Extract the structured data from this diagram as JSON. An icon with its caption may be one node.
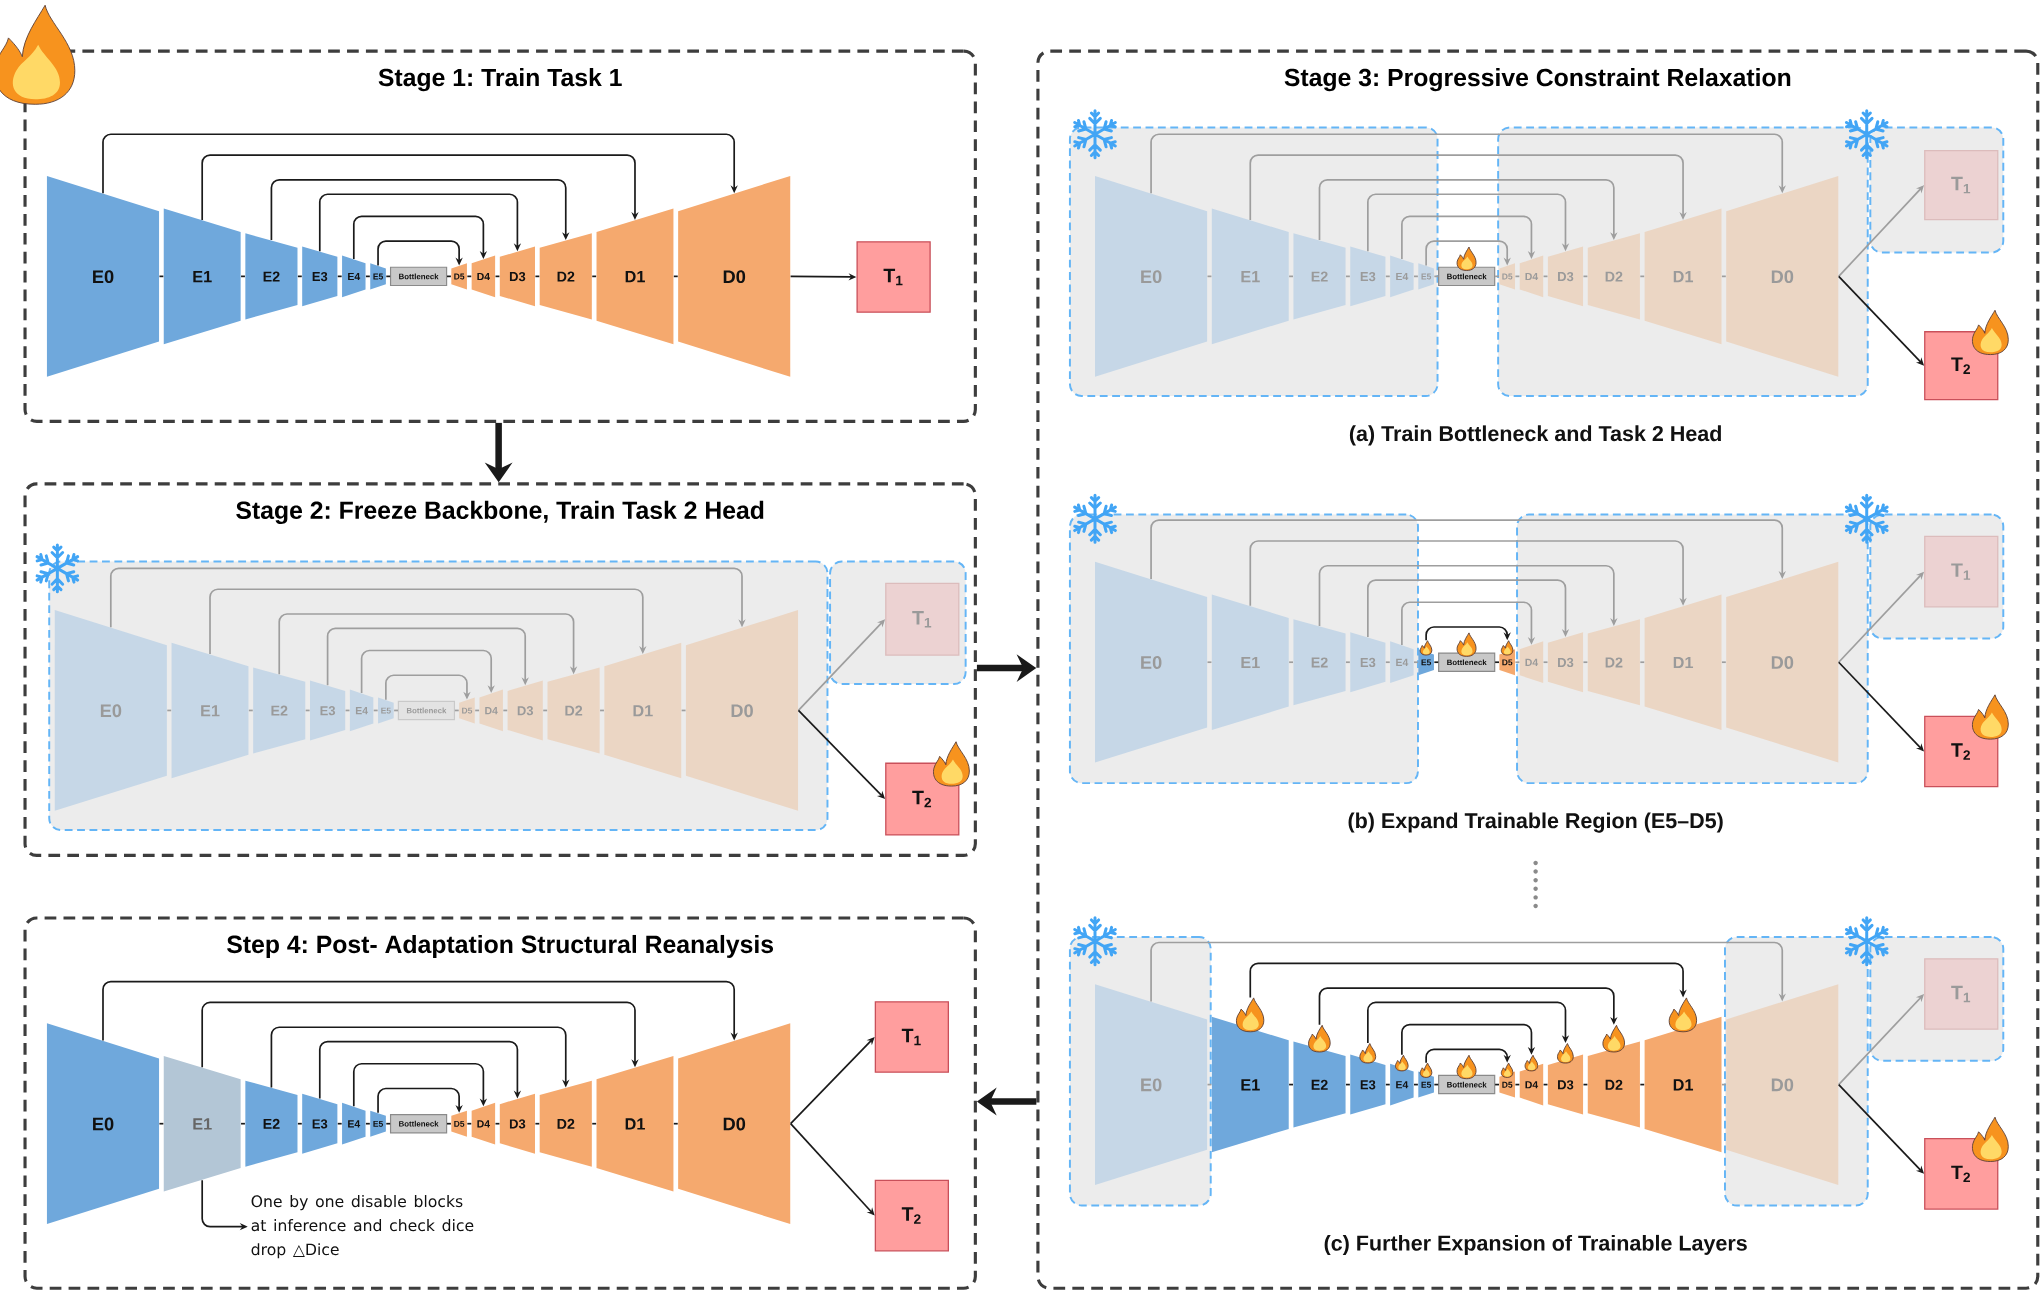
{
  "diagram": {
    "nodes": [
      {
        "text": [
          "Stage 1: Train Task 1"
        ]
      },
      {
        "text": [
          "E0"
        ],
        "in": 0
      },
      {
        "text": [
          "E1"
        ],
        "in": 0
      },
      {
        "text": [
          "E2"
        ],
        "in": 0
      },
      {
        "text": [
          "E3"
        ],
        "in": 0
      },
      {
        "text": [
          "E4"
        ],
        "in": 0
      },
      {
        "text": [
          "E5"
        ],
        "in": 0
      },
      {
        "text": [
          "Bottleneck"
        ],
        "in": 0
      },
      {
        "text": [
          "D5"
        ],
        "in": 0
      },
      {
        "text": [
          "D4"
        ],
        "in": 0
      },
      {
        "text": [
          "D3"
        ],
        "in": 0
      },
      {
        "text": [
          "D2"
        ],
        "in": 0
      },
      {
        "text": [
          "D1"
        ],
        "in": 0
      },
      {
        "text": [
          "D0"
        ],
        "in": 0
      },
      {
        "text": [
          "T$_{1}$"
        ],
        "in": 0
      },
      {
        "text": [
          "Stage 2: Freeze Backbone, Train Task 2 Head"
        ]
      },
      {
        "text": [],
        "shape": "box",
        "in": 15
      },
      {
        "text": [
          "E0"
        ],
        "in": 16
      },
      {
        "text": [
          "E1"
        ],
        "in": 16
      },
      {
        "text": [
          "E2"
        ],
        "in": 16
      },
      {
        "text": [
          "E3"
        ],
        "in": 16
      },
      {
        "text": [
          "E4"
        ],
        "in": 16
      },
      {
        "text": [
          "E5"
        ],
        "in": 16
      },
      {
        "text": [
          "Bottleneck"
        ],
        "in": 16
      },
      {
        "text": [
          "D5"
        ],
        "in": 16
      },
      {
        "text": [
          "D4"
        ],
        "in": 16
      },
      {
        "text": [
          "D3"
        ],
        "in": 16
      },
      {
        "text": [
          "D2"
        ],
        "in": 16
      },
      {
        "text": [
          "D1"
        ],
        "in": 16
      },
      {
        "text": [
          "D0"
        ],
        "in": 16
      },
      {
        "text": [],
        "shape": "box",
        "in": 15
      },
      {
        "text": [
          "T$_{1}$"
        ],
        "in": 30
      },
      {
        "text": [
          "T$_{2}$"
        ],
        "in": 15
      },
      {
        "text": [
          "Stage 3: Progressive Constraint Relaxation"
        ]
      },
      {
        "text": [],
        "shape": "box",
        "in": 33
      },
      {
        "text": [
          "E0"
        ],
        "in": 34
      },
      {
        "text": [
          "E1"
        ],
        "in": 34
      },
      {
        "text": [
          "E2"
        ],
        "in": 34
      },
      {
        "text": [
          "E3"
        ],
        "in": 34
      },
      {
        "text": [
          "E4"
        ],
        "in": 34
      },
      {
        "text": [
          "E5"
        ],
        "in": 34
      },
      {
        "text": [
          "Bottleneck"
        ],
        "in": 33
      },
      {
        "text": [],
        "shape": "box",
        "in": 33
      },
      {
        "text": [
          "D5"
        ],
        "in": 42
      },
      {
        "text": [
          "D4"
        ],
        "in": 42
      },
      {
        "text": [
          "D3"
        ],
        "in": 42
      },
      {
        "text": [
          "D2"
        ],
        "in": 42
      },
      {
        "text": [
          "D1"
        ],
        "in": 42
      },
      {
        "text": [
          "D0"
        ],
        "in": 42
      },
      {
        "text": [],
        "shape": "box",
        "in": 33
      },
      {
        "text": [
          "T$_{1}$"
        ],
        "in": 49
      },
      {
        "text": [
          "T$_{2}$"
        ],
        "in": 33
      },
      {
        "text": [],
        "shape": "box",
        "in": 33
      },
      {
        "text": [
          "E0"
        ],
        "in": 52
      },
      {
        "text": [
          "E1"
        ],
        "in": 52
      },
      {
        "text": [
          "E2"
        ],
        "in": 52
      },
      {
        "text": [
          "E3"
        ],
        "in": 52
      },
      {
        "text": [
          "E4"
        ],
        "in": 52
      },
      {
        "text": [
          "E5"
        ],
        "in": 33
      },
      {
        "text": [
          "Bottleneck"
        ],
        "in": 33
      },
      {
        "text": [
          "D5"
        ],
        "in": 33
      },
      {
        "text": [],
        "shape": "box",
        "in": 33
      },
      {
        "text": [
          "D4"
        ],
        "in": 61
      },
      {
        "text": [
          "D3"
        ],
        "in": 61
      },
      {
        "text": [
          "D2"
        ],
        "in": 61
      },
      {
        "text": [
          "D1"
        ],
        "in": 61
      },
      {
        "text": [
          "D0"
        ],
        "in": 61
      },
      {
        "text": [],
        "shape": "box",
        "in": 33
      },
      {
        "text": [
          "T$_{1}$"
        ],
        "in": 67
      },
      {
        "text": [
          "T$_{2}$"
        ],
        "in": 33
      },
      {
        "text": [],
        "shape": "box",
        "in": 33
      },
      {
        "text": [
          "E0"
        ],
        "in": 70
      },
      {
        "text": [
          "E1"
        ],
        "in": 33
      },
      {
        "text": [
          "E2"
        ],
        "in": 33
      },
      {
        "text": [
          "E3"
        ],
        "in": 33
      },
      {
        "text": [
          "E4"
        ],
        "in": 33
      },
      {
        "text": [
          "E5"
        ],
        "in": 33
      },
      {
        "text": [
          "Bottleneck"
        ],
        "in": 33
      },
      {
        "text": [
          "D5"
        ],
        "in": 33
      },
      {
        "text": [
          "D4"
        ],
        "in": 33
      },
      {
        "text": [
          "D3"
        ],
        "in": 33
      },
      {
        "text": [
          "D2"
        ],
        "in": 33
      },
      {
        "text": [
          "D1"
        ],
        "in": 33
      },
      {
        "text": [],
        "shape": "box",
        "in": 33
      },
      {
        "text": [
          "D0"
        ],
        "in": 83
      },
      {
        "text": [],
        "shape": "box",
        "in": 33
      },
      {
        "text": [
          "T$_{1}$"
        ],
        "in": 85
      },
      {
        "text": [
          "T$_{2}$"
        ],
        "in": 33
      },
      {
        "text": [
          "Step 4: Post- Adaptation Structural Reanalysis"
        ]
      },
      {
        "text": [
          "E0"
        ],
        "in": 88
      },
      {
        "text": [
          "E1"
        ],
        "in": 88
      },
      {
        "text": [
          "E2"
        ],
        "in": 88
      },
      {
        "text": [
          "E3"
        ],
        "in": 88
      },
      {
        "text": [
          "E4"
        ],
        "in": 88
      },
      {
        "text": [
          "E5"
        ],
        "in": 88
      },
      {
        "text": [
          "Bottleneck"
        ],
        "in": 88
      },
      {
        "text": [
          "D5"
        ],
        "in": 88
      },
      {
        "text": [
          "D4"
        ],
        "in": 88
      },
      {
        "text": [
          "D3"
        ],
        "in": 88
      },
      {
        "text": [
          "D2"
        ],
        "in": 88
      },
      {
        "text": [
          "D1"
        ],
        "in": 88
      },
      {
        "text": [
          "D0"
        ],
        "in": 88
      },
      {
        "text": [
          "T$_{1}$"
        ],
        "in": 88
      },
      {
        "text": [
          "T$_{2}$"
        ],
        "in": 88
      },
      {
        "text": [
          "One by one disable blocks at inference and check dice drop △Dice"
        ],
        "in": 88
      }
    ],
    "edges": [
      {
        "from": 1,
        "to": 2,
        "arrow": "none"
      },
      {
        "from": 2,
        "to": 3,
        "arrow": "none"
      },
      {
        "from": 3,
        "to": 4,
        "arrow": "none"
      },
      {
        "from": 4,
        "to": 5,
        "arrow": "none"
      },
      {
        "from": 5,
        "to": 6,
        "arrow": "none"
      },
      {
        "from": 6,
        "to": 7,
        "arrow": "none"
      },
      {
        "from": 7,
        "to": 8,
        "arrow": "none"
      },
      {
        "from": 8,
        "to": 9,
        "arrow": "none"
      },
      {
        "from": 9,
        "to": 10,
        "arrow": "none"
      },
      {
        "from": 10,
        "to": 11,
        "arrow": "none"
      },
      {
        "from": 11,
        "to": 12,
        "arrow": "none"
      },
      {
        "from": 12,
        "to": 13,
        "arrow": "none"
      },
      {
        "from": 1,
        "to": 13,
        "arrow": "to"
      },
      {
        "from": 2,
        "to": 12,
        "arrow": "to"
      },
      {
        "from": 3,
        "to": 11,
        "arrow": "to"
      },
      {
        "from": 4,
        "to": 10,
        "arrow": "to"
      },
      {
        "from": 5,
        "to": 9,
        "arrow": "to"
      },
      {
        "from": 6,
        "to": 8,
        "arrow": "to"
      },
      {
        "from": 13,
        "to": 14,
        "arrow": "to"
      },
      {
        "from": 0,
        "to": 15,
        "arrow": "to",
        "style": "thick"
      },
      {
        "from": 17,
        "to": 18,
        "arrow": "none",
        "color": "#9e9e9e"
      },
      {
        "from": 18,
        "to": 19,
        "arrow": "none",
        "color": "#9e9e9e"
      },
      {
        "from": 19,
        "to": 20,
        "arrow": "none",
        "color": "#9e9e9e"
      },
      {
        "from": 20,
        "to": 21,
        "arrow": "none",
        "color": "#9e9e9e"
      },
      {
        "from": 21,
        "to": 22,
        "arrow": "none",
        "color": "#9e9e9e"
      },
      {
        "from": 22,
        "to": 23,
        "arrow": "none",
        "color": "#9e9e9e"
      },
      {
        "from": 23,
        "to": 24,
        "arrow": "none",
        "color": "#9e9e9e"
      },
      {
        "from": 24,
        "to": 25,
        "arrow": "none",
        "color": "#9e9e9e"
      },
      {
        "from": 25,
        "to": 26,
        "arrow": "none",
        "color": "#9e9e9e"
      },
      {
        "from": 26,
        "to": 27,
        "arrow": "none",
        "color": "#9e9e9e"
      },
      {
        "from": 27,
        "to": 28,
        "arrow": "none",
        "color": "#9e9e9e"
      },
      {
        "from": 28,
        "to": 29,
        "arrow": "none",
        "color": "#9e9e9e"
      },
      {
        "from": 17,
        "to": 29,
        "arrow": "to",
        "color": "#9e9e9e"
      },
      {
        "from": 18,
        "to": 28,
        "arrow": "to",
        "color": "#9e9e9e"
      },
      {
        "from": 19,
        "to": 27,
        "arrow": "to",
        "color": "#9e9e9e"
      },
      {
        "from": 20,
        "to": 26,
        "arrow": "to",
        "color": "#9e9e9e"
      },
      {
        "from": 21,
        "to": 25,
        "arrow": "to",
        "color": "#9e9e9e"
      },
      {
        "from": 22,
        "to": 24,
        "arrow": "to",
        "color": "#9e9e9e"
      },
      {
        "from": 29,
        "to": 31,
        "arrow": "to",
        "color": "#9e9e9e"
      },
      {
        "from": 29,
        "to": 32,
        "arrow": "to"
      },
      {
        "from": 15,
        "to": 33,
        "arrow": "to",
        "style": "thick"
      },
      {
        "from": 35,
        "to": 36,
        "arrow": "none",
        "color": "#9e9e9e"
      },
      {
        "from": 36,
        "to": 37,
        "arrow": "none",
        "color": "#9e9e9e"
      },
      {
        "from": 37,
        "to": 38,
        "arrow": "none",
        "color": "#9e9e9e"
      },
      {
        "from": 38,
        "to": 39,
        "arrow": "none",
        "color": "#9e9e9e"
      },
      {
        "from": 39,
        "to": 40,
        "arrow": "none",
        "color": "#9e9e9e"
      },
      {
        "from": 40,
        "to": 41,
        "arrow": "none",
        "color": "#9e9e9e"
      },
      {
        "from": 41,
        "to": 43,
        "arrow": "none",
        "color": "#9e9e9e"
      },
      {
        "from": 43,
        "to": 44,
        "arrow": "none",
        "color": "#9e9e9e"
      },
      {
        "from": 44,
        "to": 45,
        "arrow": "none",
        "color": "#9e9e9e"
      },
      {
        "from": 45,
        "to": 46,
        "arrow": "none",
        "color": "#9e9e9e"
      },
      {
        "from": 46,
        "to": 47,
        "arrow": "none",
        "color": "#9e9e9e"
      },
      {
        "from": 47,
        "to": 48,
        "arrow": "none",
        "color": "#9e9e9e"
      },
      {
        "from": 35,
        "to": 48,
        "arrow": "to",
        "color": "#9e9e9e"
      },
      {
        "from": 36,
        "to": 47,
        "arrow": "to",
        "color": "#9e9e9e"
      },
      {
        "from": 37,
        "to": 46,
        "arrow": "to",
        "color": "#9e9e9e"
      },
      {
        "from": 38,
        "to": 45,
        "arrow": "to",
        "color": "#9e9e9e"
      },
      {
        "from": 39,
        "to": 44,
        "arrow": "to",
        "color": "#9e9e9e"
      },
      {
        "from": 40,
        "to": 43,
        "arrow": "to",
        "color": "#9e9e9e"
      },
      {
        "from": 48,
        "to": 50,
        "arrow": "to",
        "color": "#9e9e9e"
      },
      {
        "from": 48,
        "to": 51,
        "arrow": "to"
      },
      {
        "from": 53,
        "to": 54,
        "arrow": "none",
        "color": "#9e9e9e"
      },
      {
        "from": 54,
        "to": 55,
        "arrow": "none",
        "color": "#9e9e9e"
      },
      {
        "from": 55,
        "to": 56,
        "arrow": "none",
        "color": "#9e9e9e"
      },
      {
        "from": 56,
        "to": 57,
        "arrow": "none",
        "color": "#9e9e9e"
      },
      {
        "from": 57,
        "to": 58,
        "arrow": "none",
        "color": "#9e9e9e"
      },
      {
        "from": 58,
        "to": 59,
        "arrow": "none"
      },
      {
        "from": 59,
        "to": 60,
        "arrow": "none"
      },
      {
        "from": 60,
        "to": 62,
        "arrow": "none",
        "color": "#9e9e9e"
      },
      {
        "from": 62,
        "to": 63,
        "arrow": "none",
        "color": "#9e9e9e"
      },
      {
        "from": 63,
        "to": 64,
        "arrow": "none",
        "color": "#9e9e9e"
      },
      {
        "from": 64,
        "to": 65,
        "arrow": "none",
        "color": "#9e9e9e"
      },
      {
        "from": 65,
        "to": 66,
        "arrow": "none",
        "color": "#9e9e9e"
      },
      {
        "from": 53,
        "to": 66,
        "arrow": "to",
        "color": "#9e9e9e"
      },
      {
        "from": 54,
        "to": 65,
        "arrow": "to",
        "color": "#9e9e9e"
      },
      {
        "from": 55,
        "to": 64,
        "arrow": "to",
        "color": "#9e9e9e"
      },
      {
        "from": 56,
        "to": 63,
        "arrow": "to",
        "color": "#9e9e9e"
      },
      {
        "from": 57,
        "to": 62,
        "arrow": "to",
        "color": "#9e9e9e"
      },
      {
        "from": 58,
        "to": 60,
        "arrow": "to"
      },
      {
        "from": 66,
        "to": 68,
        "arrow": "to",
        "color": "#9e9e9e"
      },
      {
        "from": 66,
        "to": 69,
        "arrow": "to"
      },
      {
        "from": 71,
        "to": 72,
        "arrow": "none",
        "color": "#9e9e9e"
      },
      {
        "from": 72,
        "to": 73,
        "arrow": "none"
      },
      {
        "from": 73,
        "to": 74,
        "arrow": "none"
      },
      {
        "from": 74,
        "to": 75,
        "arrow": "none"
      },
      {
        "from": 75,
        "to": 76,
        "arrow": "none"
      },
      {
        "from": 76,
        "to": 77,
        "arrow": "none"
      },
      {
        "from": 77,
        "to": 78,
        "arrow": "none"
      },
      {
        "from": 78,
        "to": 79,
        "arrow": "none"
      },
      {
        "from": 79,
        "to": 80,
        "arrow": "none"
      },
      {
        "from": 80,
        "to": 81,
        "arrow": "none"
      },
      {
        "from": 81,
        "to": 82,
        "arrow": "none"
      },
      {
        "from": 82,
        "to": 84,
        "arrow": "none",
        "color": "#9e9e9e"
      },
      {
        "from": 71,
        "to": 84,
        "arrow": "to",
        "color": "#9e9e9e"
      },
      {
        "from": 72,
        "to": 82,
        "arrow": "to"
      },
      {
        "from": 73,
        "to": 81,
        "arrow": "to"
      },
      {
        "from": 74,
        "to": 80,
        "arrow": "to"
      },
      {
        "from": 75,
        "to": 79,
        "arrow": "to"
      },
      {
        "from": 76,
        "to": 78,
        "arrow": "to"
      },
      {
        "from": 84,
        "to": 86,
        "arrow": "to",
        "color": "#9e9e9e"
      },
      {
        "from": 84,
        "to": 87,
        "arrow": "to"
      },
      {
        "from": 33,
        "to": 88,
        "arrow": "to",
        "style": "thick"
      },
      {
        "from": 89,
        "to": 90,
        "arrow": "none"
      },
      {
        "from": 90,
        "to": 91,
        "arrow": "none"
      },
      {
        "from": 91,
        "to": 92,
        "arrow": "none"
      },
      {
        "from": 92,
        "to": 93,
        "arrow": "none"
      },
      {
        "from": 93,
        "to": 94,
        "arrow": "none"
      },
      {
        "from": 94,
        "to": 95,
        "arrow": "none"
      },
      {
        "from": 95,
        "to": 96,
        "arrow": "none"
      },
      {
        "from": 96,
        "to": 97,
        "arrow": "none"
      },
      {
        "from": 97,
        "to": 98,
        "arrow": "none"
      },
      {
        "from": 98,
        "to": 99,
        "arrow": "none"
      },
      {
        "from": 99,
        "to": 100,
        "arrow": "none"
      },
      {
        "from": 100,
        "to": 101,
        "arrow": "none"
      },
      {
        "from": 89,
        "to": 101,
        "arrow": "to"
      },
      {
        "from": 90,
        "to": 100,
        "arrow": "to"
      },
      {
        "from": 91,
        "to": 99,
        "arrow": "to"
      },
      {
        "from": 92,
        "to": 98,
        "arrow": "to"
      },
      {
        "from": 93,
        "to": 97,
        "arrow": "to"
      },
      {
        "from": 94,
        "to": 96,
        "arrow": "to"
      },
      {
        "from": 101,
        "to": 102,
        "arrow": "to"
      },
      {
        "from": 101,
        "to": 103,
        "arrow": "to"
      },
      {
        "from": 90,
        "to": 104,
        "arrow": "to"
      }
    ],
    "labels": [
      "(a) Train Bottleneck and Task 2 Head",
      "(b) Expand Trainable Region (E5–D5)",
      "(c) Further Expansion of Trainable Layers"
    ]
  }
}
